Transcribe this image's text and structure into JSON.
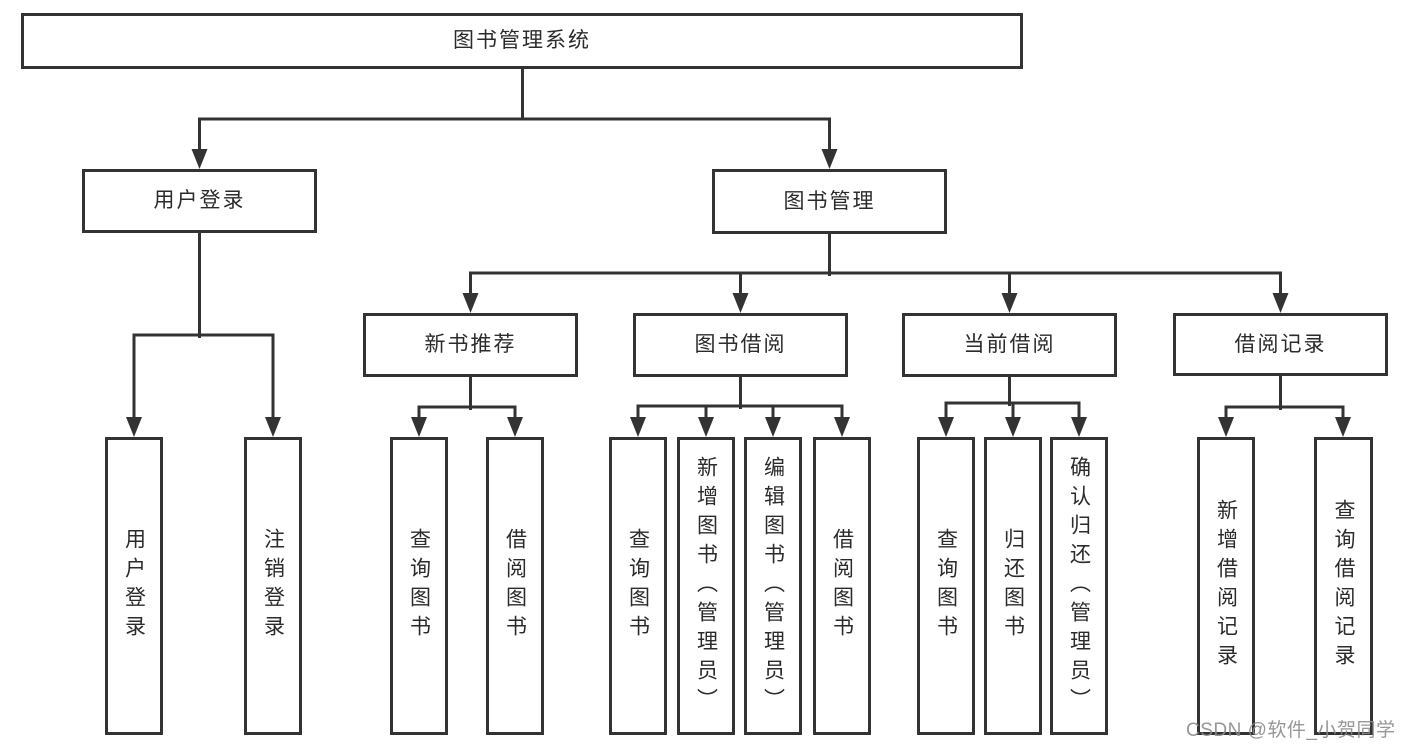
{
  "diagram": {
    "root_label": "图书管理系统",
    "level2": [
      "用户登录",
      "图书管理"
    ],
    "level3": [
      "新书推荐",
      "图书借阅",
      "当前借阅",
      "借阅记录"
    ],
    "leaves": {
      "user_login": [
        "用户登录",
        "注销登录"
      ],
      "new_books": [
        "查询图书",
        "借阅图书"
      ],
      "book_borrow": [
        "查询图书",
        "新增图书（管理员）",
        "编辑图书（管理员）",
        "借阅图书"
      ],
      "current_borrow": [
        "查询图书",
        "归还图书",
        "确认归还（管理员）"
      ],
      "borrow_records": [
        "新增借阅记录",
        "查询借阅记录"
      ]
    },
    "watermark": "CSDN @软件_小贺同学",
    "colors": {
      "line": "#333333",
      "text": "#2b2b2b",
      "box_background": "#ffffff",
      "watermark": "#8c8c8c",
      "background": "#ffffff"
    }
  }
}
